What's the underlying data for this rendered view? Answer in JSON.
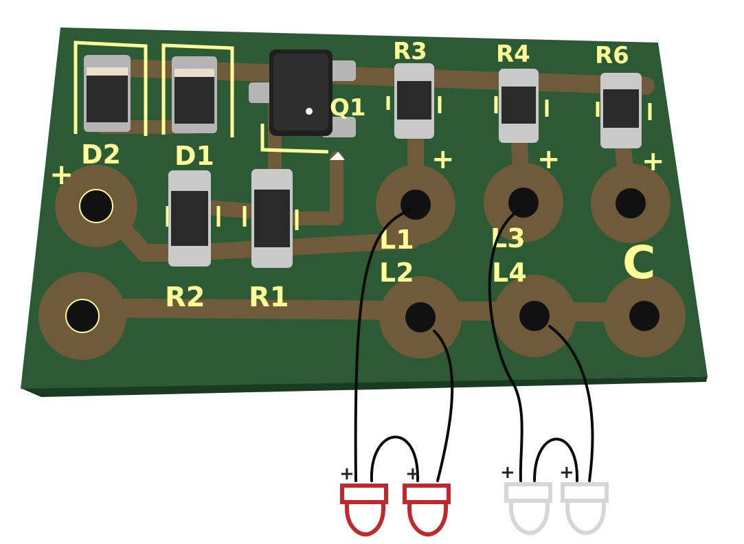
{
  "board": {
    "colors": {
      "soldermask": "#2c5a35",
      "board_edge": "#1b3a22",
      "copper": "#6f5a3a",
      "silkscreen": "#ffff99",
      "pad_metal": "#c0c0c0",
      "component_body": "#2a2a2a",
      "led_red": "#c0282d",
      "led_white": "#d6d6d6",
      "wire": "#0a0a0a"
    }
  },
  "labels": {
    "d2": "D2",
    "d1": "D1",
    "q1": "Q1",
    "r3": "R3",
    "r4": "R4",
    "r6": "R6",
    "r2": "R2",
    "r1": "R1",
    "l1": "L1",
    "l2": "L2",
    "l3": "L3",
    "l4": "L4",
    "c": "C",
    "plus": "+"
  },
  "leds": [
    {
      "color_name": "red",
      "polarity": "+"
    },
    {
      "color_name": "red",
      "polarity": "+"
    },
    {
      "color_name": "white",
      "polarity": "+"
    },
    {
      "color_name": "white",
      "polarity": "+"
    }
  ]
}
